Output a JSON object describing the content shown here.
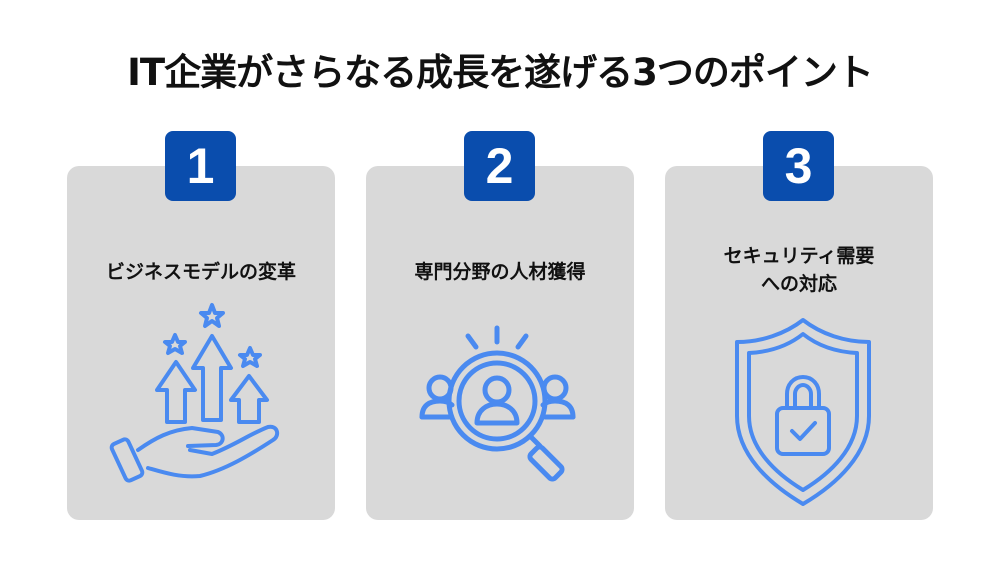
{
  "title": "IT企業がさらなる成長を遂げる3つのポイント",
  "colors": {
    "badge": "#0a4dad",
    "card": "#d9d9d9",
    "icon_stroke": "#4a8af0",
    "text": "#111111"
  },
  "points": [
    {
      "number": "1",
      "label": "ビジネスモデルの変革",
      "icon": "hand-growth-arrows-stars-icon"
    },
    {
      "number": "2",
      "label": "専門分野の人材獲得",
      "icon": "magnifier-talent-search-icon"
    },
    {
      "number": "3",
      "label_line1": "セキュリティ需要",
      "label_line2": "への対応",
      "icon": "shield-lock-check-icon"
    }
  ]
}
